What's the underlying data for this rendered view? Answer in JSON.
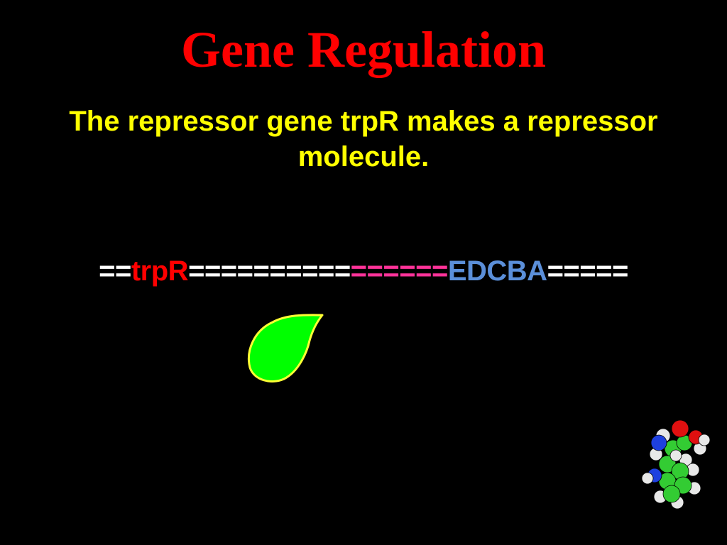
{
  "slide": {
    "title": "Gene Regulation",
    "subtitle": "The repressor gene trpR makes a repressor molecule."
  },
  "gene_strip": {
    "segments": [
      {
        "text": "==",
        "color": "#FFFFFF"
      },
      {
        "text": "trpR",
        "color": "#FF0000"
      },
      {
        "text": "==========",
        "color": "#FFFFFF"
      },
      {
        "text": "======",
        "color": "#FF3399"
      },
      {
        "text": "EDCBA",
        "color": "#5B8FD9"
      },
      {
        "text": "=====",
        "color": "#FFFFFF"
      }
    ]
  },
  "colors": {
    "background": "#000000",
    "title": "#FF0000",
    "subtitle": "#FFFF00",
    "repressor_fill": "#00FF00",
    "repressor_outline": "#FFFF33",
    "atom_carbon": "#33CC33",
    "atom_hydrogen": "#E8E8E8",
    "atom_nitrogen": "#1E40E0",
    "atom_oxygen": "#E01010"
  },
  "icons": {
    "repressor": "repressor-molecule-icon",
    "tryptophan": "tryptophan-molecule-icon"
  }
}
